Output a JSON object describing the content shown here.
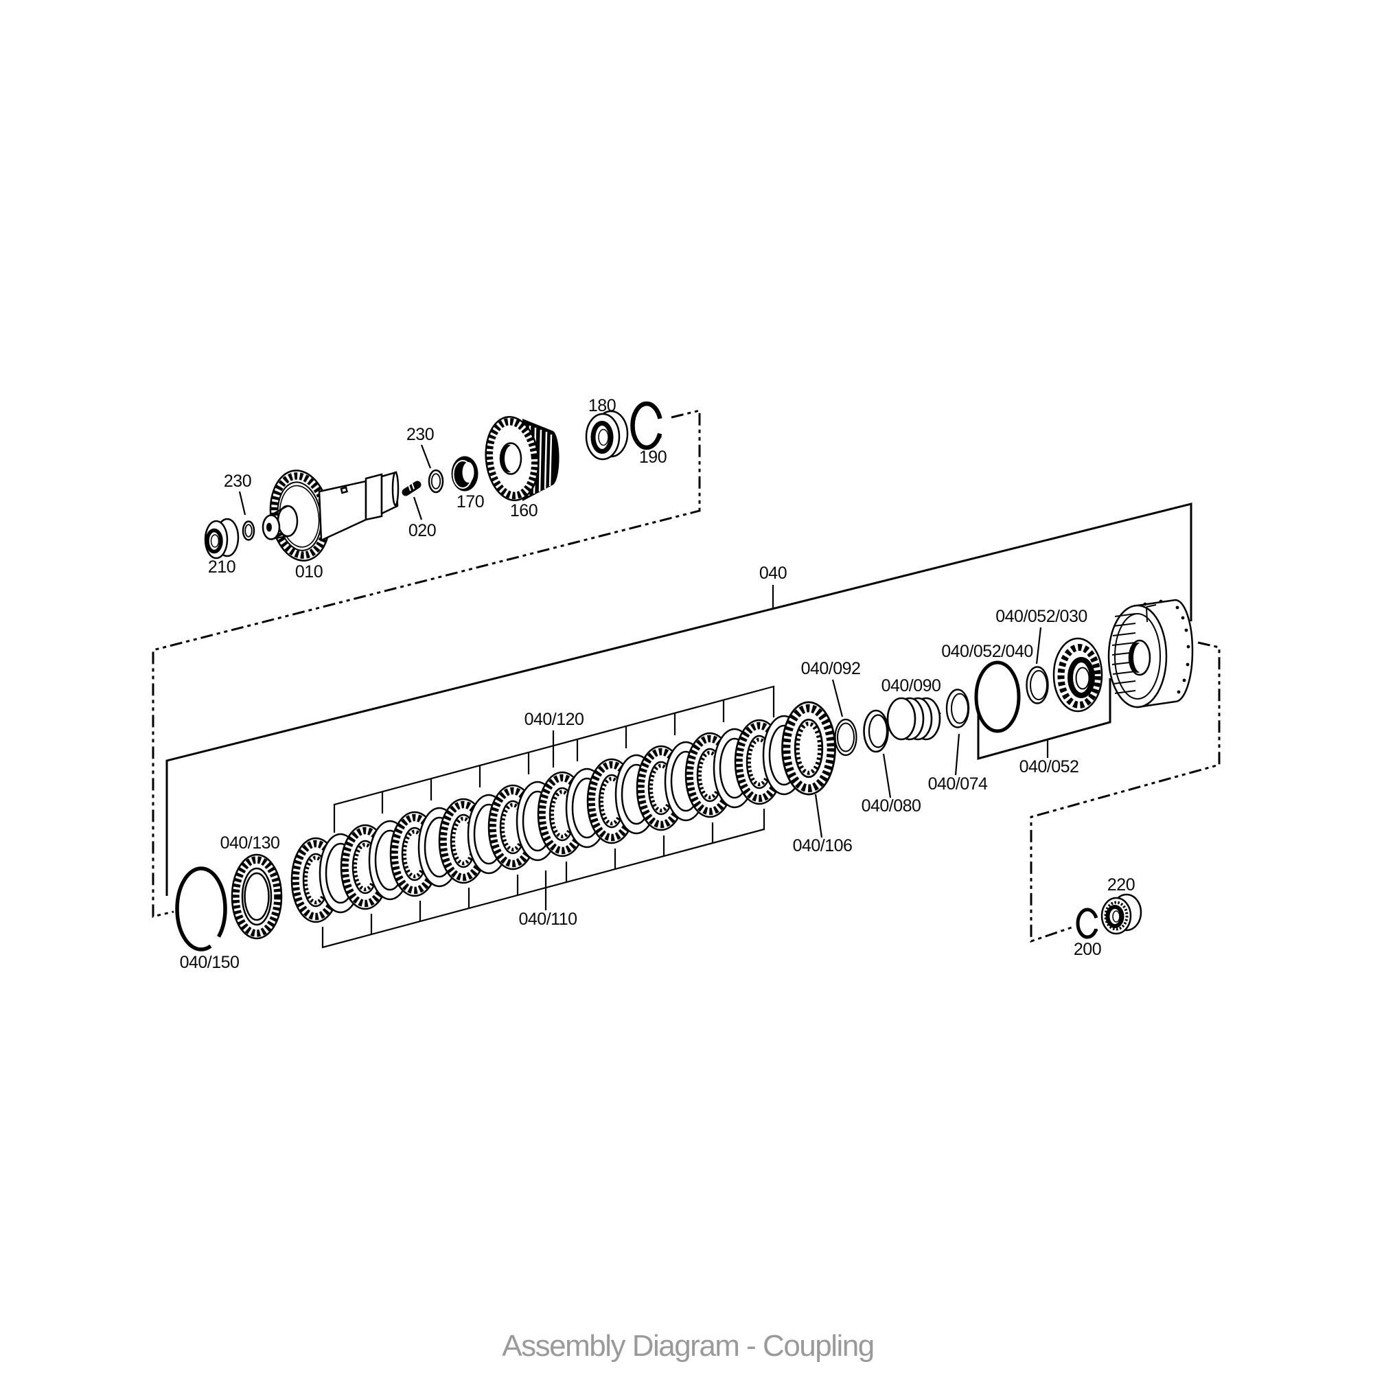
{
  "title": "Assembly Diagram - Coupling",
  "colors": {
    "line": "#000000",
    "background": "#ffffff",
    "title_text": "#9a9a9a"
  },
  "parts": [
    {
      "ref": "230",
      "kind": "shim-washer"
    },
    {
      "ref": "210",
      "kind": "ball-bearing"
    },
    {
      "ref": "010",
      "kind": "gear-shaft"
    },
    {
      "ref": "020",
      "kind": "pin"
    },
    {
      "ref": "230",
      "kind": "shim-washer"
    },
    {
      "ref": "170",
      "kind": "cone-ring"
    },
    {
      "ref": "160",
      "kind": "gear-hub"
    },
    {
      "ref": "180",
      "kind": "roller-bearing"
    },
    {
      "ref": "190",
      "kind": "snap-ring"
    },
    {
      "ref": "040",
      "kind": "clutch-assembly-group"
    },
    {
      "ref": "040/120",
      "kind": "outer-disc-set"
    },
    {
      "ref": "040/110",
      "kind": "inner-disc-set"
    },
    {
      "ref": "040/130",
      "kind": "end-disc"
    },
    {
      "ref": "040/150",
      "kind": "snap-ring"
    },
    {
      "ref": "040/106",
      "kind": "end-plate-disc"
    },
    {
      "ref": "040/092",
      "kind": "ring"
    },
    {
      "ref": "040/090",
      "kind": "coil-spring"
    },
    {
      "ref": "040/080",
      "kind": "washer"
    },
    {
      "ref": "040/074",
      "kind": "ring"
    },
    {
      "ref": "040/052/040",
      "kind": "large-snap-ring"
    },
    {
      "ref": "040/052/030",
      "kind": "round-section-ring"
    },
    {
      "ref": "040/052",
      "kind": "bearing-drum-subgroup"
    },
    {
      "ref": "200",
      "kind": "snap-ring"
    },
    {
      "ref": "220",
      "kind": "ball-bearing"
    }
  ]
}
